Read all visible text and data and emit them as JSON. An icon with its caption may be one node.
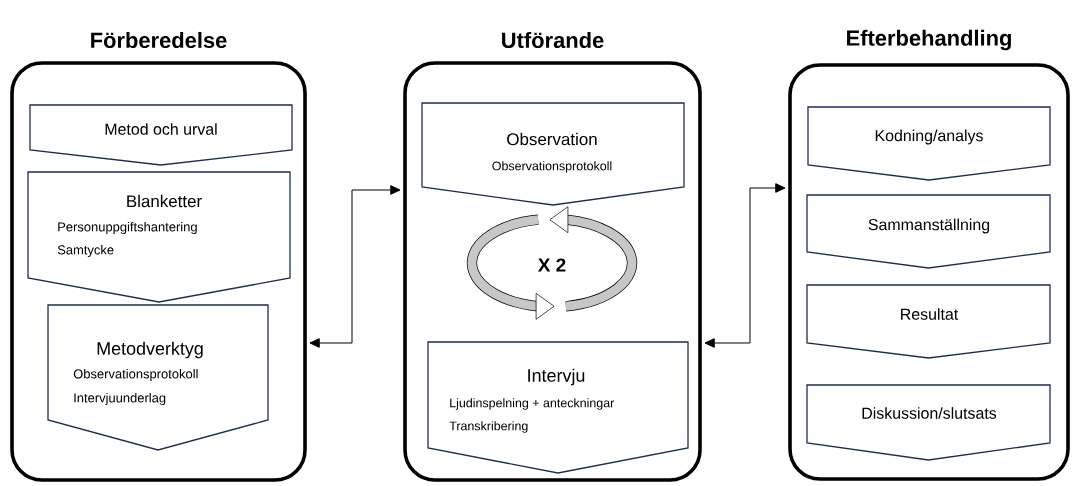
{
  "diagram": {
    "nodes": [
      {
        "text": [
          "Förberedelse"
        ]
      },
      {
        "text": [
          "Metod och urval"
        ],
        "in": 0
      },
      {
        "text": [
          "Blanketter",
          "Personuppgiftshantering",
          "Samtycke"
        ],
        "in": 0
      },
      {
        "text": [
          "Metodverktyg",
          "Observationsprotokoll",
          "Intervjuunderlag"
        ],
        "in": 0
      },
      {
        "text": [
          "Utförande"
        ]
      },
      {
        "text": [
          "Observation",
          "Observationsprotokoll"
        ],
        "in": 4
      },
      {
        "text": [
          "Intervju",
          "Ljudinspelning + anteckningar",
          "Transkribering"
        ],
        "in": 4
      },
      {
        "text": [
          "Efterbehandling"
        ]
      },
      {
        "text": [
          "Kodning/analys"
        ],
        "in": 7
      },
      {
        "text": [
          "Sammanställning"
        ],
        "in": 7
      },
      {
        "text": [
          "Resultat"
        ],
        "in": 7
      },
      {
        "text": [
          "Diskussion/slutsats"
        ],
        "in": 7
      }
    ],
    "edges": [
      {
        "from": 0,
        "to": 4,
        "arrow": "both"
      },
      {
        "from": 4,
        "to": 7,
        "arrow": "both"
      }
    ],
    "labels": [
      "X 2"
    ]
  }
}
